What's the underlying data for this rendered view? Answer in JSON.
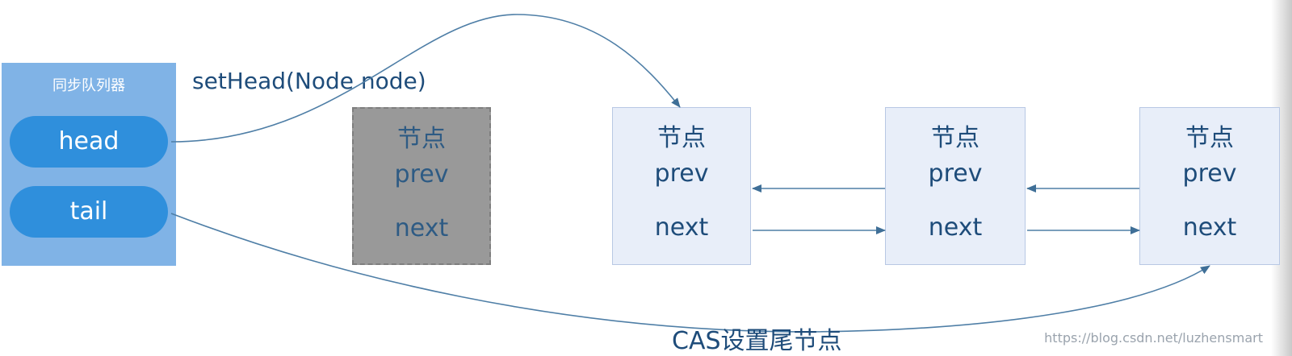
{
  "sync_queue": {
    "title": "同步队列器",
    "head": "head",
    "tail": "tail"
  },
  "removed_node": {
    "label": "节点",
    "prev": "prev",
    "next": "next"
  },
  "nodes": [
    {
      "label": "节点",
      "prev": "prev",
      "next": "next"
    },
    {
      "label": "节点",
      "prev": "prev",
      "next": "next"
    },
    {
      "label": "节点",
      "prev": "prev",
      "next": "next"
    }
  ],
  "edge_labels": {
    "set_head": "setHead(Node node)",
    "cas_tail": "CAS设置尾节点"
  },
  "watermark": "https://blog.csdn.net/luzhensmart",
  "colors": {
    "queue_bg": "#80b3e6",
    "pill": "#2f8fdc",
    "node_bg": "#e8eef9",
    "removed_node_bg": "#999999",
    "text": "#1e4c7a",
    "arrow": "#3f6f97"
  }
}
